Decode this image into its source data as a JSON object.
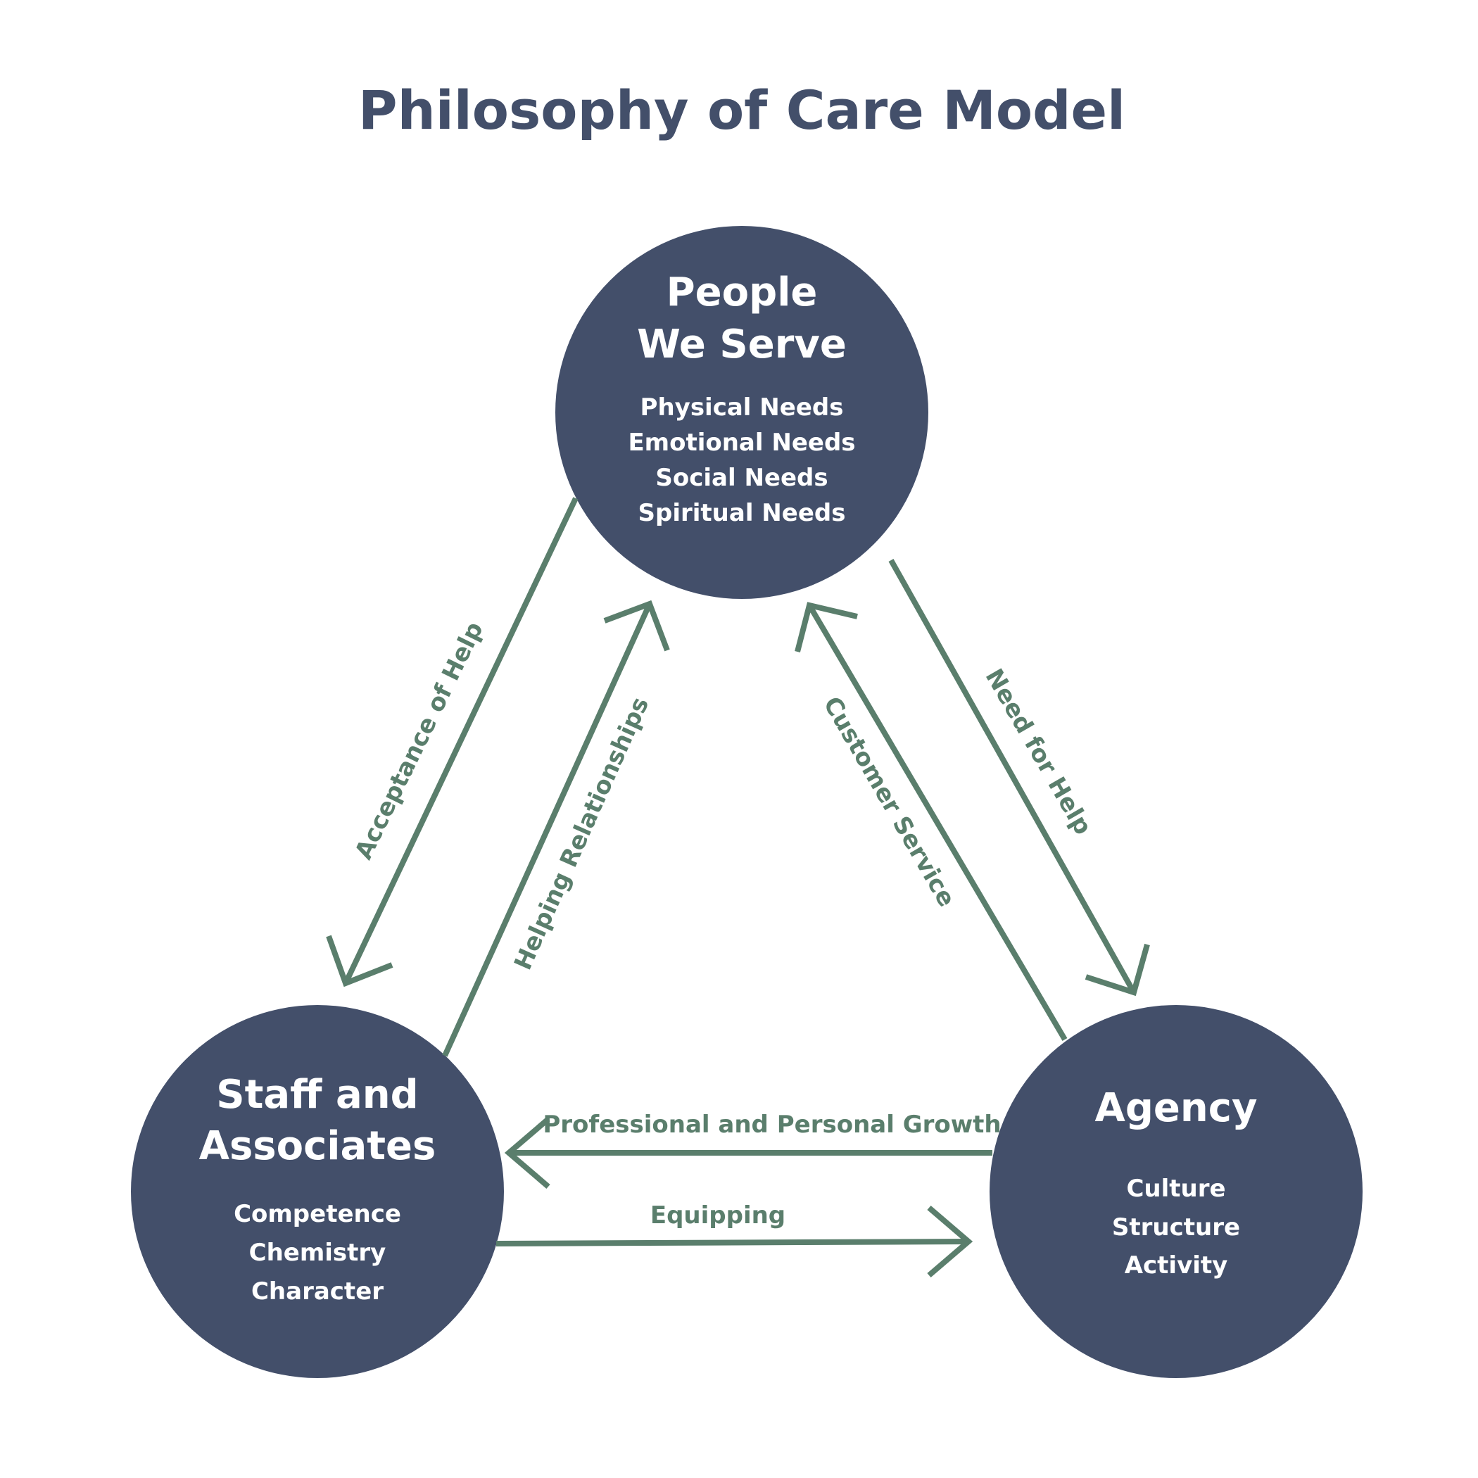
{
  "title": "Philosophy of Care Model",
  "colors": {
    "node": "#434f6a",
    "arrow": "#5a7e6c",
    "title": "#434f6a",
    "node_text": "#ffffff"
  },
  "nodes": {
    "people": {
      "title": [
        "People",
        "We Serve"
      ],
      "items": [
        "Physical Needs",
        "Emotional Needs",
        "Social Needs",
        "Spiritual Needs"
      ]
    },
    "staff": {
      "title": [
        "Staff and",
        "Associates"
      ],
      "items": [
        "Competence",
        "Chemistry",
        "Character"
      ]
    },
    "agency": {
      "title": [
        "Agency"
      ],
      "items": [
        "Culture",
        "Structure",
        "Activity"
      ]
    }
  },
  "edges": {
    "acceptance": "Acceptance of Help",
    "helping": "Helping Relationships",
    "customer": "Customer Service",
    "need": "Need for Help",
    "growth": "Professional and Personal Growth",
    "equipping": "Equipping"
  }
}
